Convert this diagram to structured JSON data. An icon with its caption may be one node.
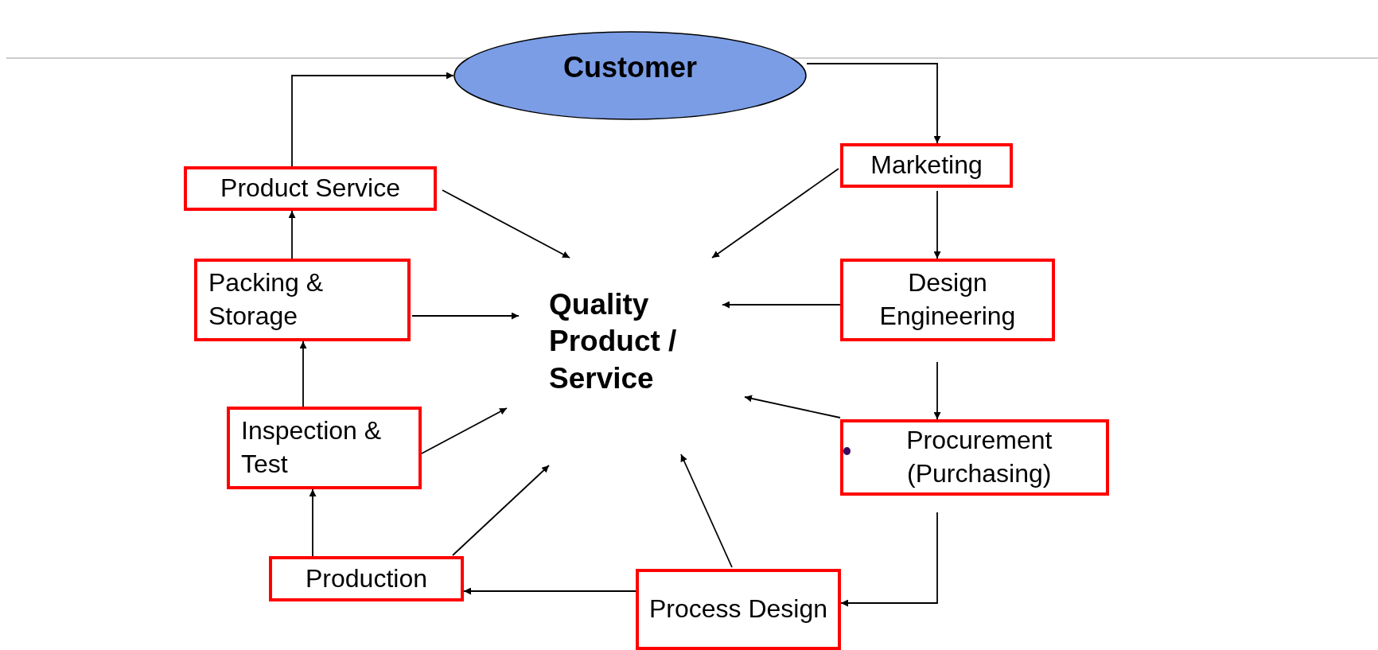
{
  "diagram": {
    "nodes": [
      {
        "text": [
          "Customer"
        ]
      },
      {
        "text": [
          "Marketing"
        ]
      },
      {
        "text": [
          "Design Engineering"
        ]
      },
      {
        "text": [
          "Procurement (Purchasing)"
        ]
      },
      {
        "text": [
          "Process Design"
        ]
      },
      {
        "text": [
          "Production"
        ]
      },
      {
        "text": [
          "Inspection & Test"
        ]
      },
      {
        "text": [
          "Packing & Storage"
        ]
      },
      {
        "text": [
          "Product Service"
        ]
      },
      {
        "text": [
          "Quality Product / Service"
        ]
      }
    ],
    "edges": [
      {
        "from": 0,
        "to": 1,
        "arrow": "to"
      },
      {
        "from": 1,
        "to": 2,
        "arrow": "to"
      },
      {
        "from": 2,
        "to": 3,
        "arrow": "to"
      },
      {
        "from": 3,
        "to": 4,
        "arrow": "to"
      },
      {
        "from": 4,
        "to": 5,
        "arrow": "to"
      },
      {
        "from": 5,
        "to": 6,
        "arrow": "to"
      },
      {
        "from": 6,
        "to": 7,
        "arrow": "to"
      },
      {
        "from": 7,
        "to": 8,
        "arrow": "to"
      },
      {
        "from": 8,
        "to": 0,
        "arrow": "to"
      },
      {
        "from": 1,
        "to": 9,
        "arrow": "to"
      },
      {
        "from": 2,
        "to": 9,
        "arrow": "to"
      },
      {
        "from": 3,
        "to": 9,
        "arrow": "to"
      },
      {
        "from": 4,
        "to": 9,
        "arrow": "to"
      },
      {
        "from": 5,
        "to": 9,
        "arrow": "to"
      },
      {
        "from": 6,
        "to": 9,
        "arrow": "to"
      },
      {
        "from": 7,
        "to": 9,
        "arrow": "to"
      },
      {
        "from": 8,
        "to": 9,
        "arrow": "to"
      }
    ]
  }
}
